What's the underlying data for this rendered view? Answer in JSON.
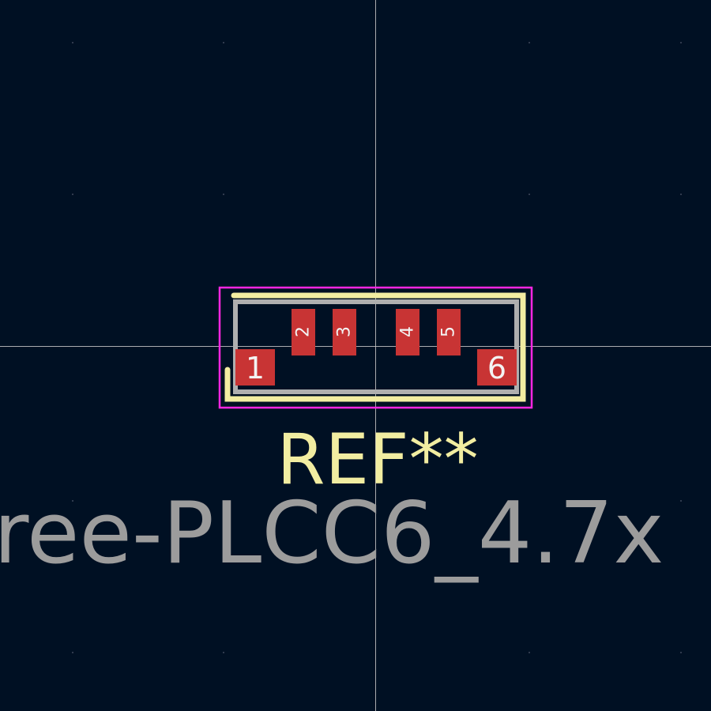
{
  "colors": {
    "background": "#001023",
    "crosshair": "#c8c8c8",
    "grid_dot": "#404a5c",
    "courtyard": "#ff26e2",
    "silkscreen": "#f2eda1",
    "fabrication": "#afafaf",
    "pad": "#c83434",
    "pad_text": "#ffffff",
    "value_text": "#9c9c9c"
  },
  "pads": [
    {
      "number": "1",
      "rotated": false
    },
    {
      "number": "2",
      "rotated": true
    },
    {
      "number": "3",
      "rotated": true
    },
    {
      "number": "4",
      "rotated": true
    },
    {
      "number": "5",
      "rotated": true
    },
    {
      "number": "6",
      "rotated": false
    }
  ],
  "reference_text": "REF**",
  "value_text": "ree-PLCC6_4.7x"
}
